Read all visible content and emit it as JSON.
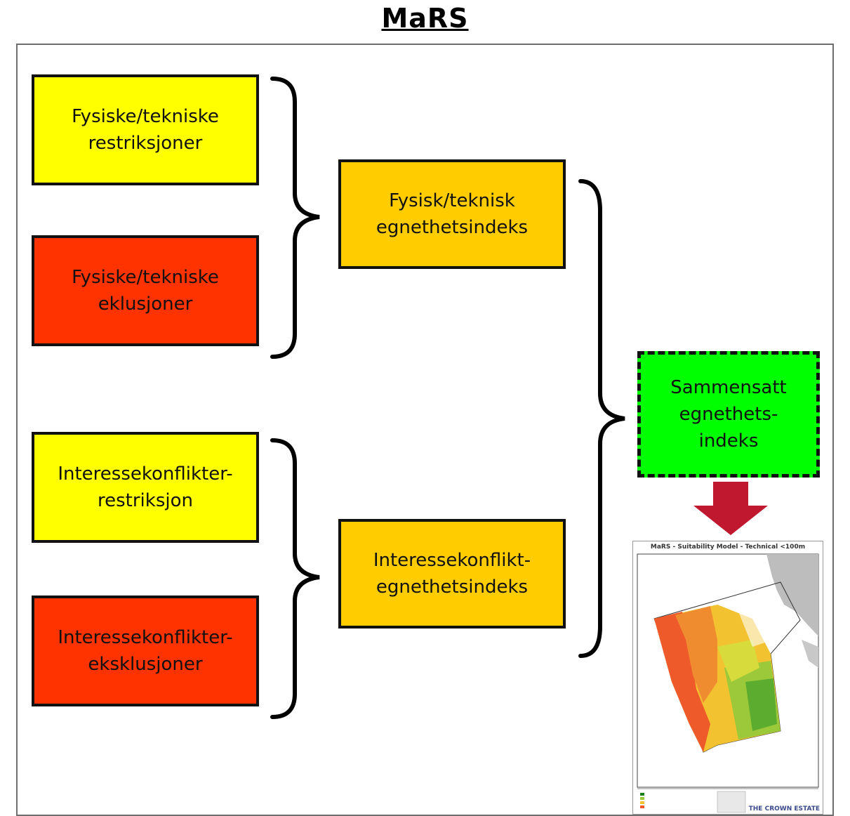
{
  "title": "MaRS",
  "boxes": {
    "phys_restr": "Fysiske/tekniske\nrestriksjoner",
    "phys_excl": "Fysiske/tekniske\neklusjoner",
    "conf_restr": "Interessekonflikter-\nrestriksjon",
    "conf_excl": "Interessekonflikter-\neksklusjoner",
    "phys_index": "Fysisk/teknisk\negnethetsindeks",
    "conf_index": "Interessekonflikt-\negnethetsindeks",
    "combined": "Sammensatt\negnethets-\nindeks"
  },
  "map": {
    "title": "MaRS - Suitability Model - Technical <100m",
    "logo": "THE CROWN ESTATE"
  },
  "colors": {
    "yellow": "#ffff00",
    "red": "#ff3300",
    "orange": "#ffcc00",
    "green": "#00ff00",
    "arrow": "#c0182f"
  }
}
